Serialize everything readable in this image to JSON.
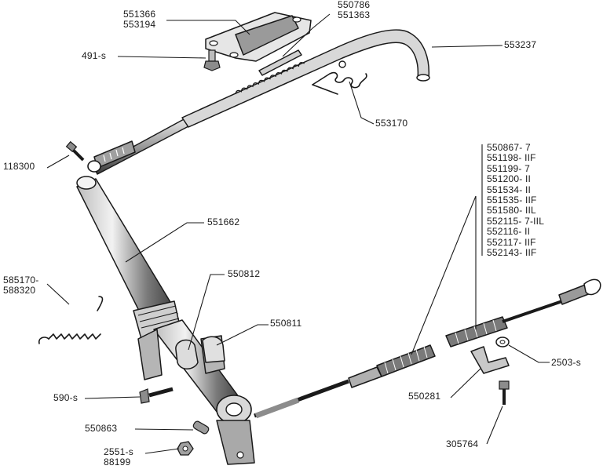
{
  "labels": {
    "p551366": "551366",
    "p553194": "553194",
    "p550786": "550786",
    "p551363": "551363",
    "p491s": "491-s",
    "p553237": "553237",
    "p553170": "553170",
    "p118300": "118300",
    "p551662": "551662",
    "p550812": "550812",
    "p550811": "550811",
    "p585170": "585170-",
    "p588320": "588320",
    "p590s": "590-s",
    "p550863": "550863",
    "p2551s": "2551-s",
    "p88199": "88199",
    "p2503s": "2503-s",
    "p550281": "550281",
    "p305764": "305764"
  },
  "cable_list": [
    "550867- 7",
    "551198- IIF",
    "551199- 7",
    "551200- II",
    "551534- II",
    "551535- IIF",
    "551580- IIL",
    "552115- 7-IIL",
    "552116- II",
    "552117- IIF",
    "552143- IIF"
  ],
  "colors": {
    "ink": "#1a1a1a",
    "shade": "#8c8c8c",
    "paper": "#ffffff"
  }
}
